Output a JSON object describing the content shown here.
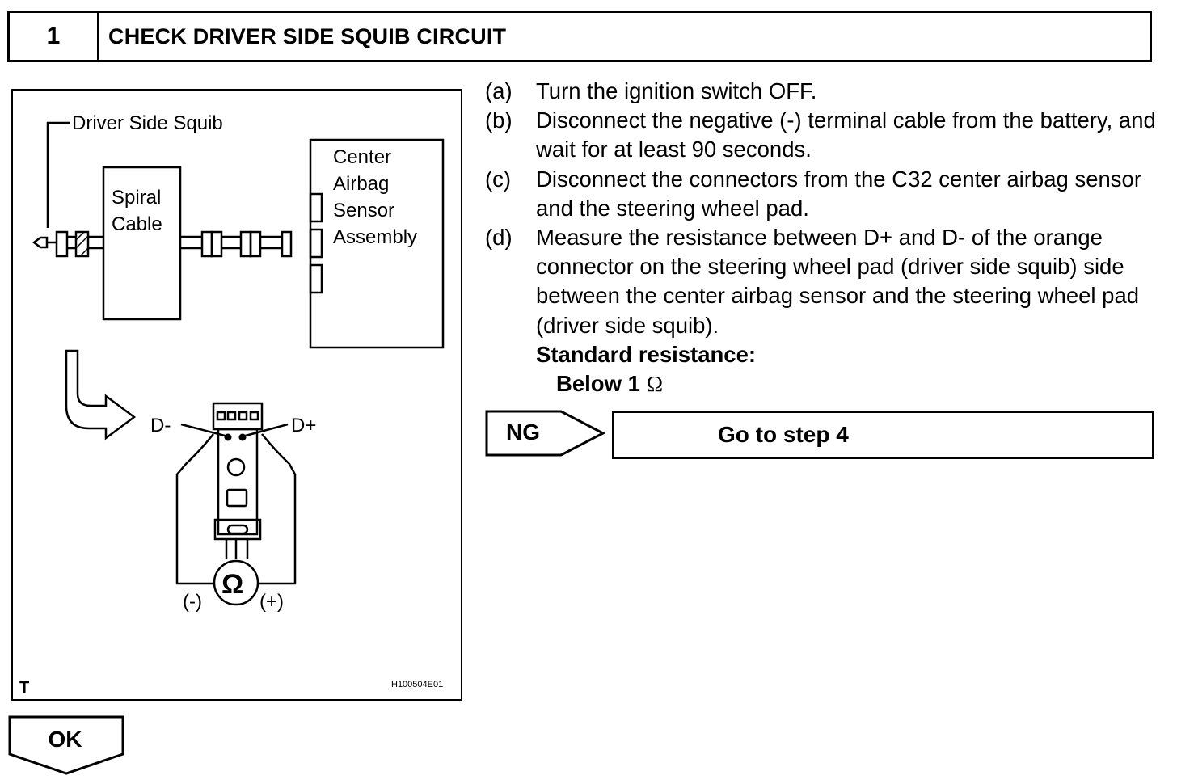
{
  "header": {
    "step_number": "1",
    "title": "CHECK DRIVER SIDE SQUIB CIRCUIT"
  },
  "figure": {
    "label_driver_side_squib": "Driver Side Squib",
    "label_spiral_line1": "Spiral",
    "label_spiral_line2": "Cable",
    "label_center_line1": "Center",
    "label_center_line2": "Airbag",
    "label_center_line3": "Sensor",
    "label_center_line4": "Assembly",
    "label_d_minus": "D-",
    "label_d_plus": "D+",
    "meter_symbol": "Ω",
    "label_minus": "(-)",
    "label_plus": "(+)",
    "corner_mark": "T",
    "figure_id": "H100504E01"
  },
  "steps": [
    {
      "label": "(a)",
      "text": "Turn the ignition switch OFF."
    },
    {
      "label": "(b)",
      "text": "Disconnect the negative (-) terminal cable from the battery, and wait for at least 90 seconds."
    },
    {
      "label": "(c)",
      "text": "Disconnect the connectors from the C32 center airbag sensor and the steering wheel pad."
    },
    {
      "label": "(d)",
      "text": "Measure the resistance between D+ and D- of the orange connector on the steering wheel pad (driver side squib) side between the center airbag sensor and the steering wheel pad (driver side squib)."
    }
  ],
  "spec": {
    "label": "Standard resistance:",
    "value": "Below 1",
    "unit": "Ω"
  },
  "ng": {
    "label": "NG",
    "target": "Go to step 4"
  },
  "ok": {
    "label": "OK"
  }
}
